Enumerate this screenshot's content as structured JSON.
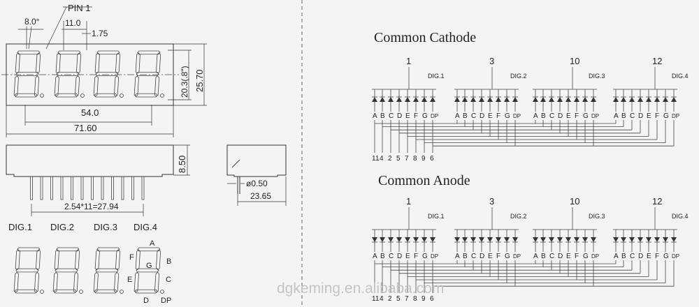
{
  "left_panel": {
    "front_view": {
      "pin1_label": "PIN 1",
      "angle": "8.0°",
      "dim_11": "11.0",
      "dim_175": "1.75",
      "height_digit": "20.3(.8\")",
      "height_total": "25.70",
      "width_pitch": "54.0",
      "width_total": "71.60"
    },
    "side_view": {
      "height": "8.50",
      "pin_pitch": "2.54*11=27.94"
    },
    "end_view": {
      "pin_dia": "ø0.50",
      "depth": "23.65"
    },
    "digit_labels": [
      "DIG.1",
      "DIG.2",
      "DIG.3",
      "DIG.4"
    ],
    "segment_labels": {
      "A": "A",
      "B": "B",
      "C": "C",
      "D": "D",
      "E": "E",
      "F": "F",
      "G": "G",
      "DP": "DP"
    }
  },
  "right_panel": {
    "common_cathode": {
      "title": "Common Cathode",
      "top_pins": [
        "1",
        "3",
        "10",
        "12"
      ],
      "digits": [
        "DIG.1",
        "DIG.2",
        "DIG.3",
        "DIG.4"
      ],
      "segments": [
        "A",
        "B",
        "C",
        "D",
        "E",
        "F",
        "G",
        "DP"
      ],
      "bottom_pins": [
        "11",
        "4",
        "2",
        "5",
        "7",
        "8",
        "9",
        "6"
      ]
    },
    "common_anode": {
      "title": "Common Anode",
      "top_pins": [
        "1",
        "3",
        "10",
        "12"
      ],
      "digits": [
        "DIG.1",
        "DIG.2",
        "DIG.3",
        "DIG.4"
      ],
      "segments": [
        "A",
        "B",
        "C",
        "D",
        "E",
        "F",
        "G",
        "DP"
      ],
      "bottom_pins": [
        "11",
        "4",
        "2",
        "5",
        "7",
        "8",
        "9",
        "6"
      ]
    }
  },
  "watermark": "dgkeming.en.alibaba.com"
}
